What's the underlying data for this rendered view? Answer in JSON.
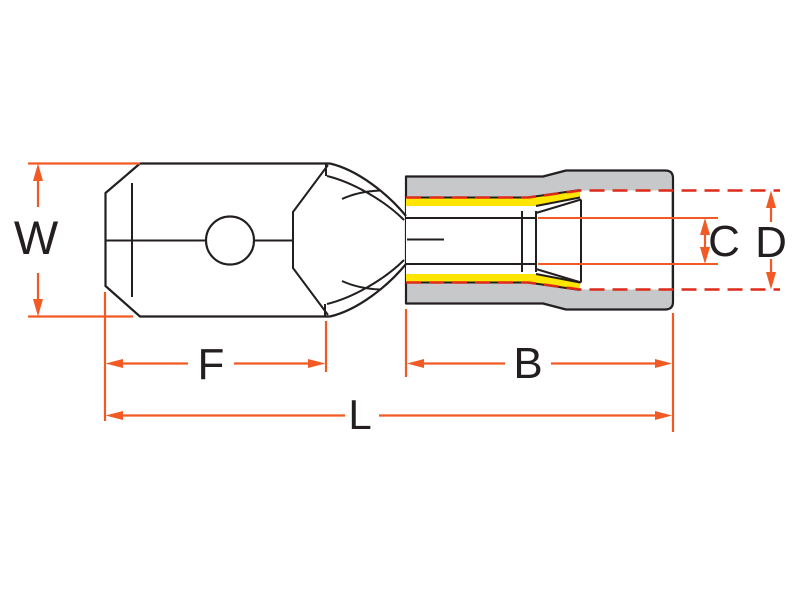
{
  "diagram": {
    "type": "technical-dimension-drawing",
    "subject": "insulated male spade crimp terminal, side cutaway view",
    "labels": {
      "width": "W",
      "blade_length": "F",
      "overall_length": "L",
      "barrel_length": "B",
      "wire_bore_diameter": "C",
      "insulation_opening_diameter": "D"
    },
    "colors": {
      "outline": "#231f20",
      "dimension_lines": "#F15A24",
      "hidden_lines_red_dash": "#DD2A1B",
      "insulation_gray": "#C7C8CA",
      "stripe_yellow": "#FFE600",
      "background": "#FFFFFF"
    }
  }
}
